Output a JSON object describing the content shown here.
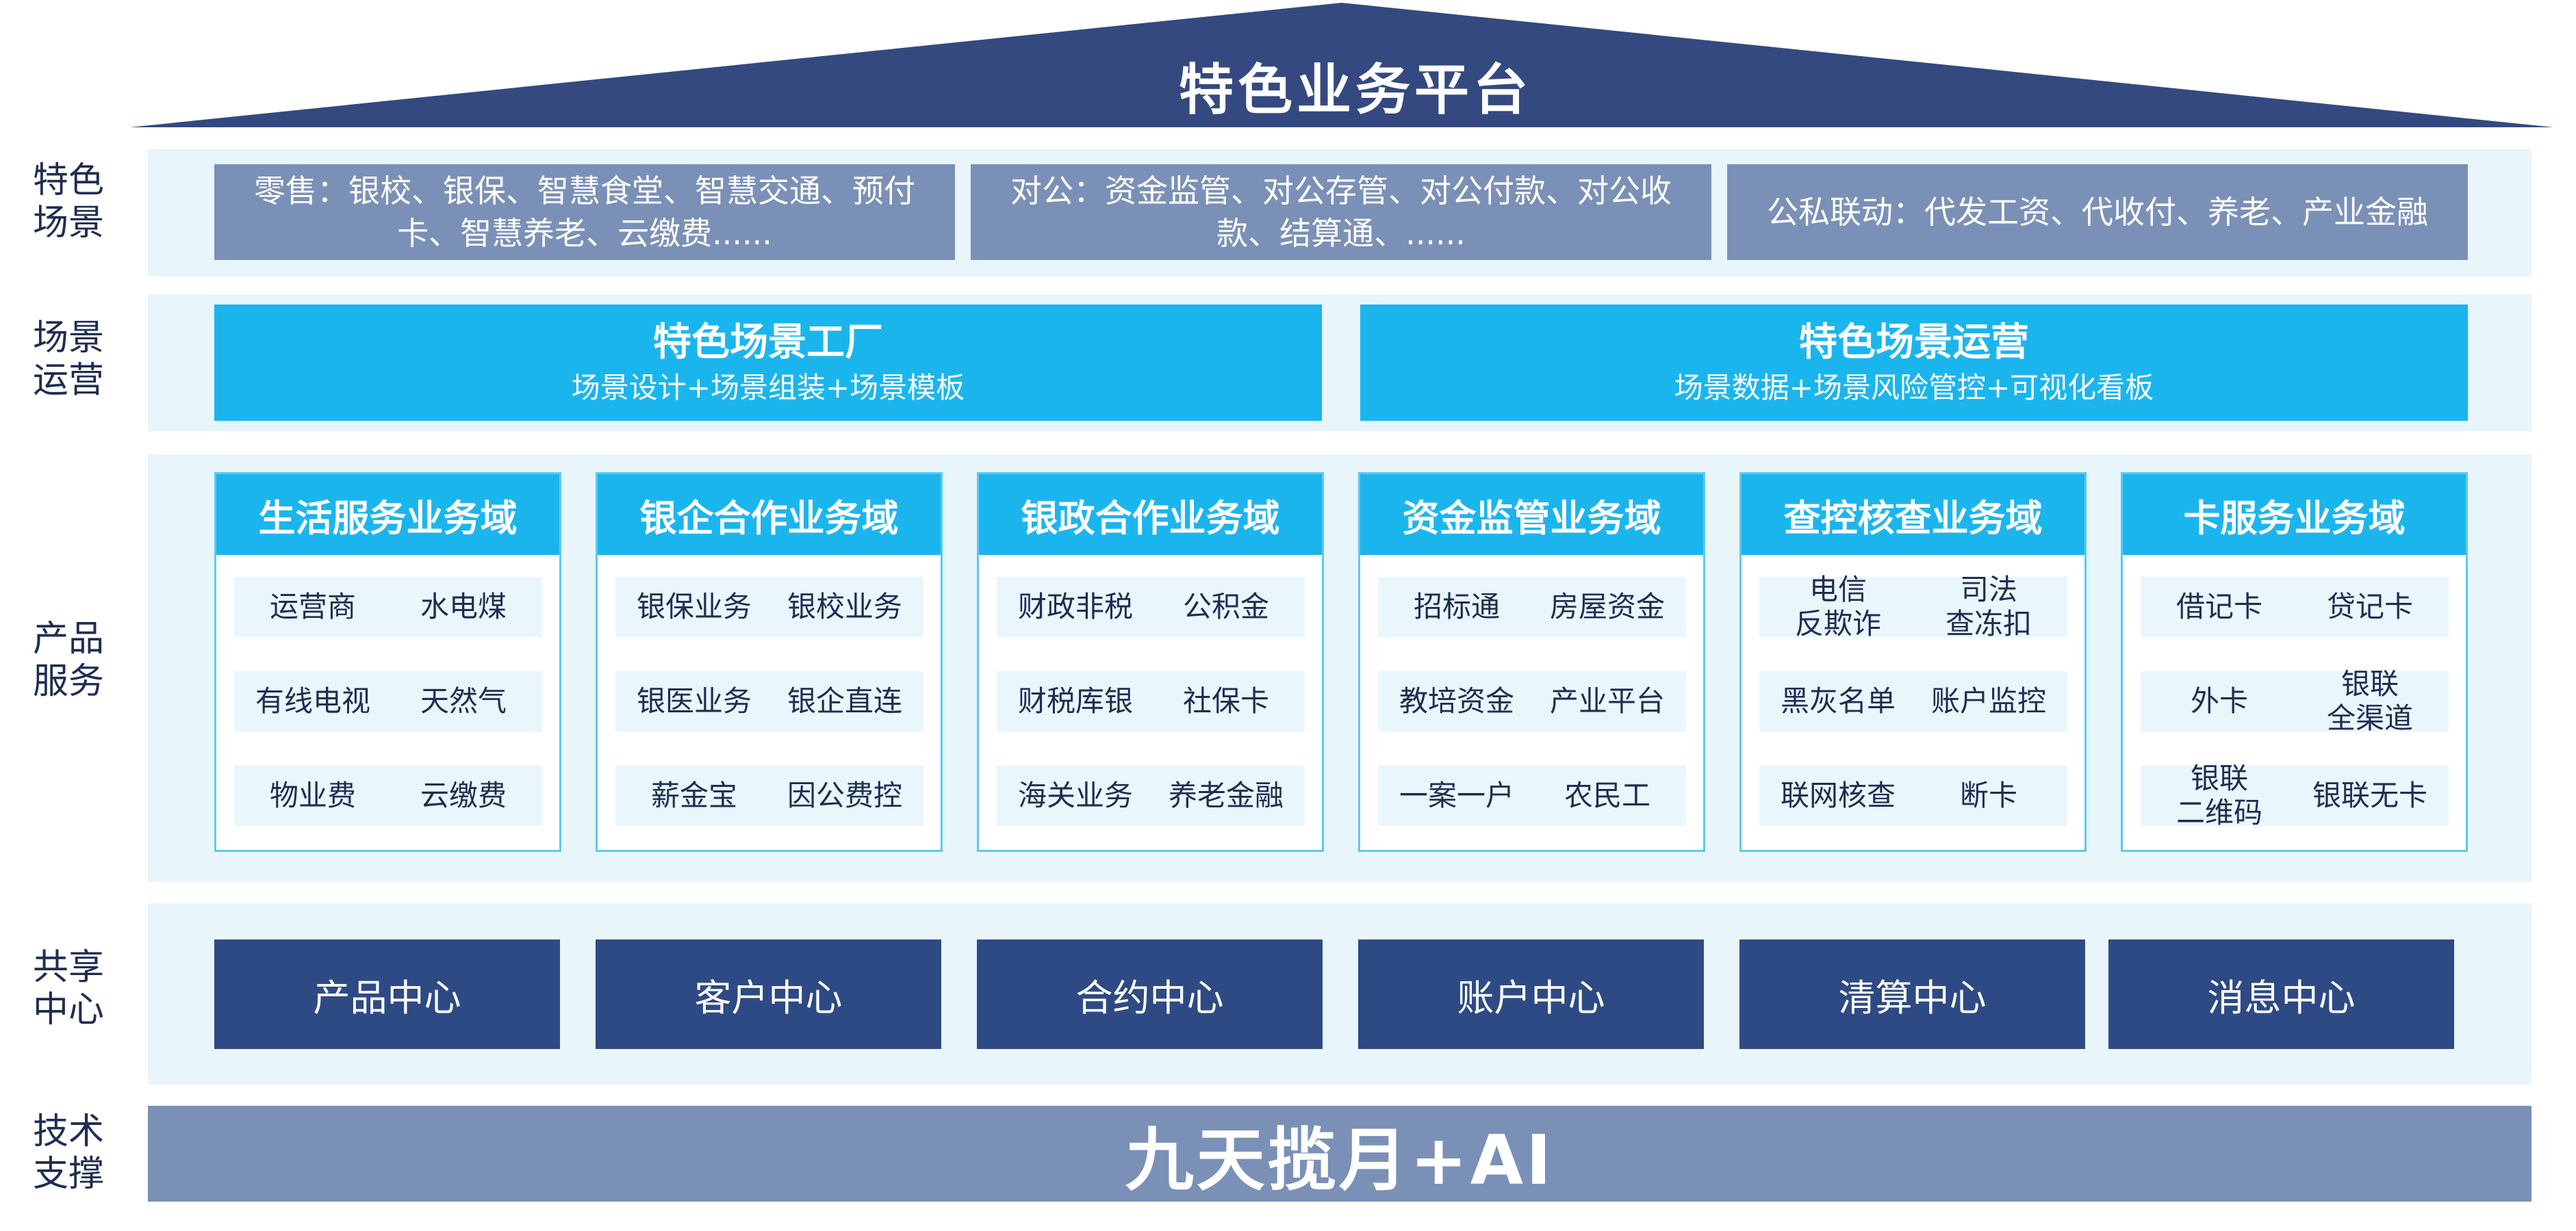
{
  "platform_title": "特色业务平台",
  "row_labels": {
    "scenes": "特色\n场景",
    "operations": "场景\n运营",
    "products": "产品\n服务",
    "shared": "共享\n中心",
    "tech": "技术\n支撑"
  },
  "scenes": [
    "零售：银校、银保、智慧食堂、智慧交通、预付卡、智慧养老、云缴费......",
    "对公：资金监管、对公存管、对公付款、对公收款、结算通、......",
    "公私联动：代发工资、代收付、养老、产业金融"
  ],
  "operations": [
    {
      "title": "特色场景工厂",
      "subtitle": "场景设计+场景组装+场景模板"
    },
    {
      "title": "特色场景运营",
      "subtitle": "场景数据+场景风险管控+可视化看板"
    }
  ],
  "domains": [
    {
      "title": "生活服务业务域",
      "items": [
        "运营商",
        "水电煤",
        "有线电视",
        "天然气",
        "物业费",
        "云缴费"
      ]
    },
    {
      "title": "银企合作业务域",
      "items": [
        "银保业务",
        "银校业务",
        "银医业务",
        "银企直连",
        "薪金宝",
        "因公费控"
      ]
    },
    {
      "title": "银政合作业务域",
      "items": [
        "财政非税",
        "公积金",
        "财税库银",
        "社保卡",
        "海关业务",
        "养老金融"
      ]
    },
    {
      "title": "资金监管业务域",
      "items": [
        "招标通",
        "房屋资金",
        "教培资金",
        "产业平台",
        "一案一户",
        "农民工"
      ]
    },
    {
      "title": "查控核查业务域",
      "items": [
        "电信\n反欺诈",
        "司法\n查冻扣",
        "黑灰名单",
        "账户监控",
        "联网核查",
        "断卡"
      ]
    },
    {
      "title": "卡服务业务域",
      "items": [
        "借记卡",
        "贷记卡",
        "外卡",
        "银联\n全渠道",
        "银联\n二维码",
        "银联无卡"
      ]
    }
  ],
  "centers": [
    "产品中心",
    "客户中心",
    "合约中心",
    "账户中心",
    "清算中心",
    "消息中心"
  ],
  "tech_title": "九天揽月+AI",
  "colors": {
    "navy": "#2e4a84",
    "roof": "#34497f",
    "slate": "#7b90b7",
    "cyan": "#1bb5ee",
    "band": "#e8f5fb",
    "item_bg": "#e9f6fc",
    "text_dark": "#1f2d52"
  }
}
